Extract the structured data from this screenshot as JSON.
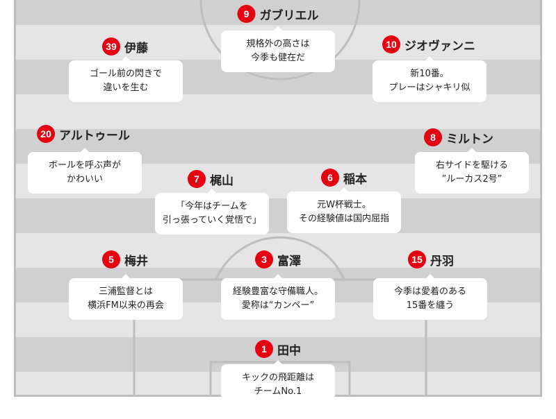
{
  "players": [
    {
      "number": "9",
      "name": "ガブリエル",
      "comment": "規格外の高さは\n今季も健在だ"
    },
    {
      "number": "39",
      "name": "伊藤",
      "comment": "ゴール前の閃きで\n違いを生む"
    },
    {
      "number": "10",
      "name": "ジオヴァンニ",
      "comment": "新10番。\nプレーはシャキリ似"
    },
    {
      "number": "20",
      "name": "アルトゥール",
      "comment": "ボールを呼ぶ声が\nかわいい"
    },
    {
      "number": "8",
      "name": "ミルトン",
      "comment": "右サイドを駆ける\n”ルーカス2号”"
    },
    {
      "number": "7",
      "name": "梶山",
      "comment": "「今年はチームを\n引っ張っていく覚悟で」"
    },
    {
      "number": "6",
      "name": "稲本",
      "comment": "元W杯戦士。\nその経験値は国内屈指"
    },
    {
      "number": "5",
      "name": "梅井",
      "comment": "三浦監督とは\n横浜FM以来の再会"
    },
    {
      "number": "3",
      "name": "富澤",
      "comment": "経験豊富な守備職人。\n愛称は“カンペー”"
    },
    {
      "number": "15",
      "name": "丹羽",
      "comment": "今季は愛着のある\n15番を纏う"
    },
    {
      "number": "1",
      "name": "田中",
      "comment": "キックの飛距離は\nチームNo.1"
    }
  ],
  "colors": {
    "accent": "#e60012",
    "field_dark": "#d0d0d0",
    "field_light": "#e5e5e5",
    "lines": "#bdbdbd"
  }
}
